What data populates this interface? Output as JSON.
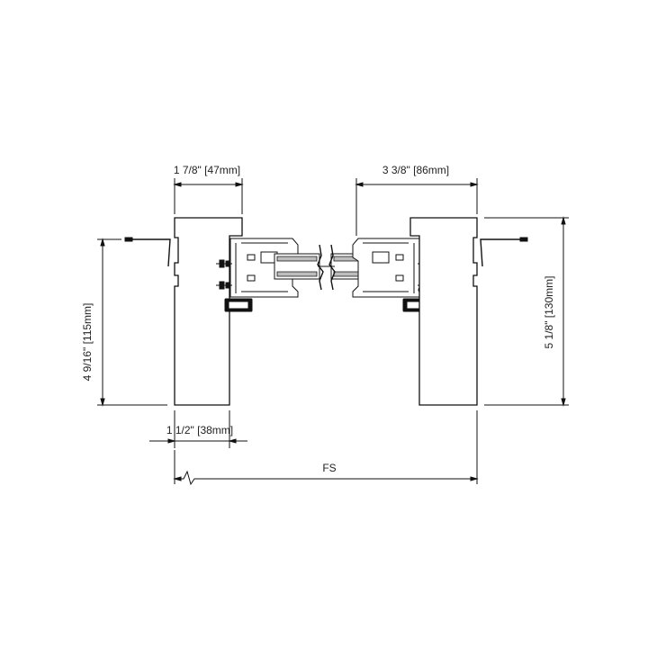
{
  "colors": {
    "line": "#111111",
    "background": "#ffffff",
    "gasket": "#bdbdbd"
  },
  "dimensions": {
    "left_frame_width": "1 7/8\" [47mm]",
    "right_frame_width": "3 3/8\" [86mm]",
    "left_wall_depth": "4 9/16\" [115mm]",
    "right_wall_depth": "5 1/8\" [130mm]",
    "throat_width": "1 1/2\" [38mm]",
    "frame_size": "FS"
  }
}
